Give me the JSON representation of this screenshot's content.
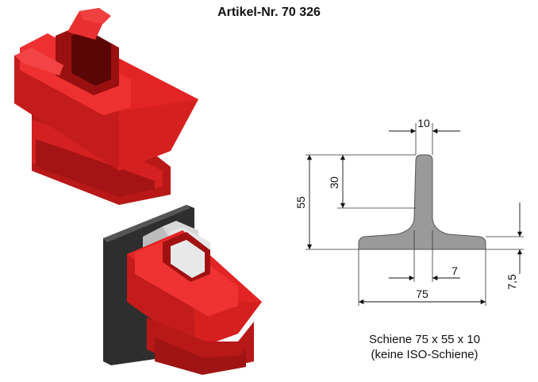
{
  "title": "Artikel-Nr. 70 326",
  "drawing": {
    "dim_top_width": "10",
    "dim_web_height": "30",
    "dim_total_height": "55",
    "dim_bottom_width": "75",
    "dim_web_base": "7",
    "dim_foot_height": "7,5"
  },
  "caption": {
    "line1": "Schiene 75 x 55 x 10",
    "line2": "(keine ISO-Schiene)"
  },
  "colors": {
    "part_red": "#e32020",
    "part_dark_red": "#b01515",
    "rail_grey": "#a8a8a8",
    "plate_dark": "#3a3a3a"
  }
}
